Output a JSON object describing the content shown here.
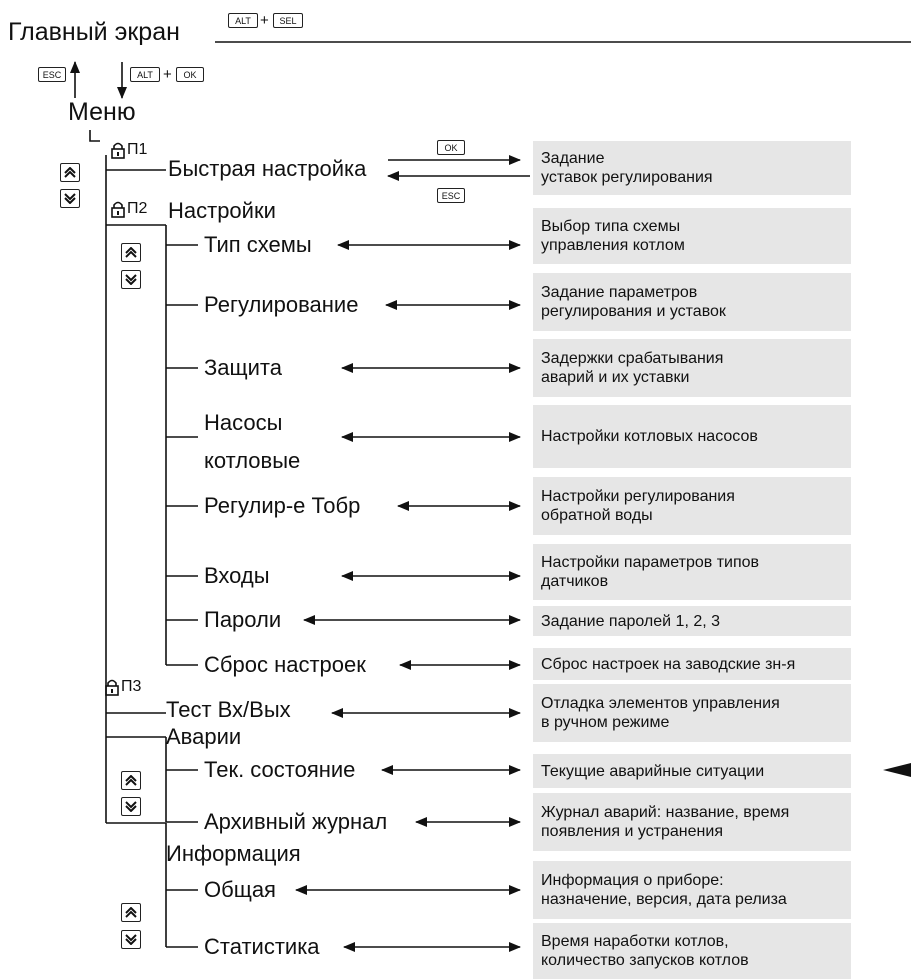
{
  "title": "Главный экран",
  "menu_label": "Меню",
  "keys": {
    "alt": "ALT",
    "sel": "SEL",
    "esc": "ESC",
    "ok": "OK",
    "plus": "+"
  },
  "access_levels": {
    "p1": "П1",
    "p2": "П2",
    "p3": "П3"
  },
  "items": {
    "quick_setup": "Быстрая настройка",
    "settings": "Настройки",
    "scheme_type": "Тип схемы",
    "regulation": "Регулирование",
    "protection": "Защита",
    "pumps_1": "Насосы",
    "pumps_2": "котловые",
    "return_reg": "Регулир-е Тобр",
    "inputs": "Входы",
    "passwords": "Пароли",
    "reset": "Сброс настроек",
    "io_test": "Тест Вх/Вых",
    "alarms": "Аварии",
    "current_state": "Тек. состояние",
    "archive": "Архивный журнал",
    "information": "Информация",
    "general": "Общая",
    "statistics": "Статистика"
  },
  "descriptions": {
    "quick_setup": [
      "Задание",
      "уставок регулирования"
    ],
    "scheme_type": [
      "Выбор типа схемы",
      "управления котлом"
    ],
    "regulation": [
      "Задание параметров",
      "регулирования и уставок"
    ],
    "protection": [
      "Задержки срабатывания",
      "аварий и их уставки"
    ],
    "pumps": [
      "Настройки котловых насосов"
    ],
    "return_reg": [
      "Настройки регулирования",
      "обратной воды"
    ],
    "inputs": [
      "Настройки параметров типов",
      "датчиков"
    ],
    "passwords": [
      "Задание паролей 1, 2, 3"
    ],
    "reset": [
      "Сброс настроек на заводские зн-я"
    ],
    "io_test": [
      "Отладка элементов управления",
      "в ручном режиме"
    ],
    "current_state": [
      "Текущие аварийные ситуации"
    ],
    "archive": [
      "Журнал аварий: название, время",
      "появления и устранения"
    ],
    "general": [
      "Информация о приборе:",
      "назначение, версия, дата релиза"
    ],
    "statistics": [
      "Время наработки котлов,",
      "количество запусков котлов"
    ]
  },
  "colors": {
    "line": "#111111",
    "box": "#e6e6e6"
  },
  "icons": {
    "lock": "lock-icon",
    "scroll_up": "scroll-up-icon",
    "scroll_down": "scroll-down-icon"
  }
}
